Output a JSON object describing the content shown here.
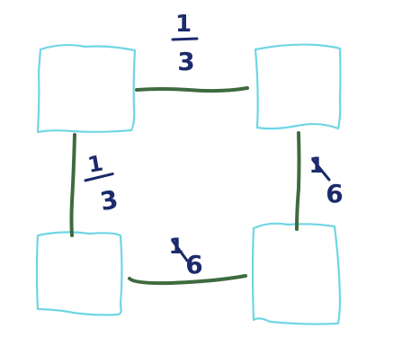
{
  "colors": {
    "box": "#6fd6e4",
    "edge": "#3e6b3f",
    "label": "#1b2a6b"
  },
  "edges": [
    {
      "id": "top",
      "numerator": "1",
      "denominator": "3"
    },
    {
      "id": "left",
      "numerator": "1",
      "denominator": "3"
    },
    {
      "id": "right",
      "numerator": "1",
      "denominator": "6"
    },
    {
      "id": "bottom",
      "numerator": "1",
      "denominator": "6"
    }
  ]
}
